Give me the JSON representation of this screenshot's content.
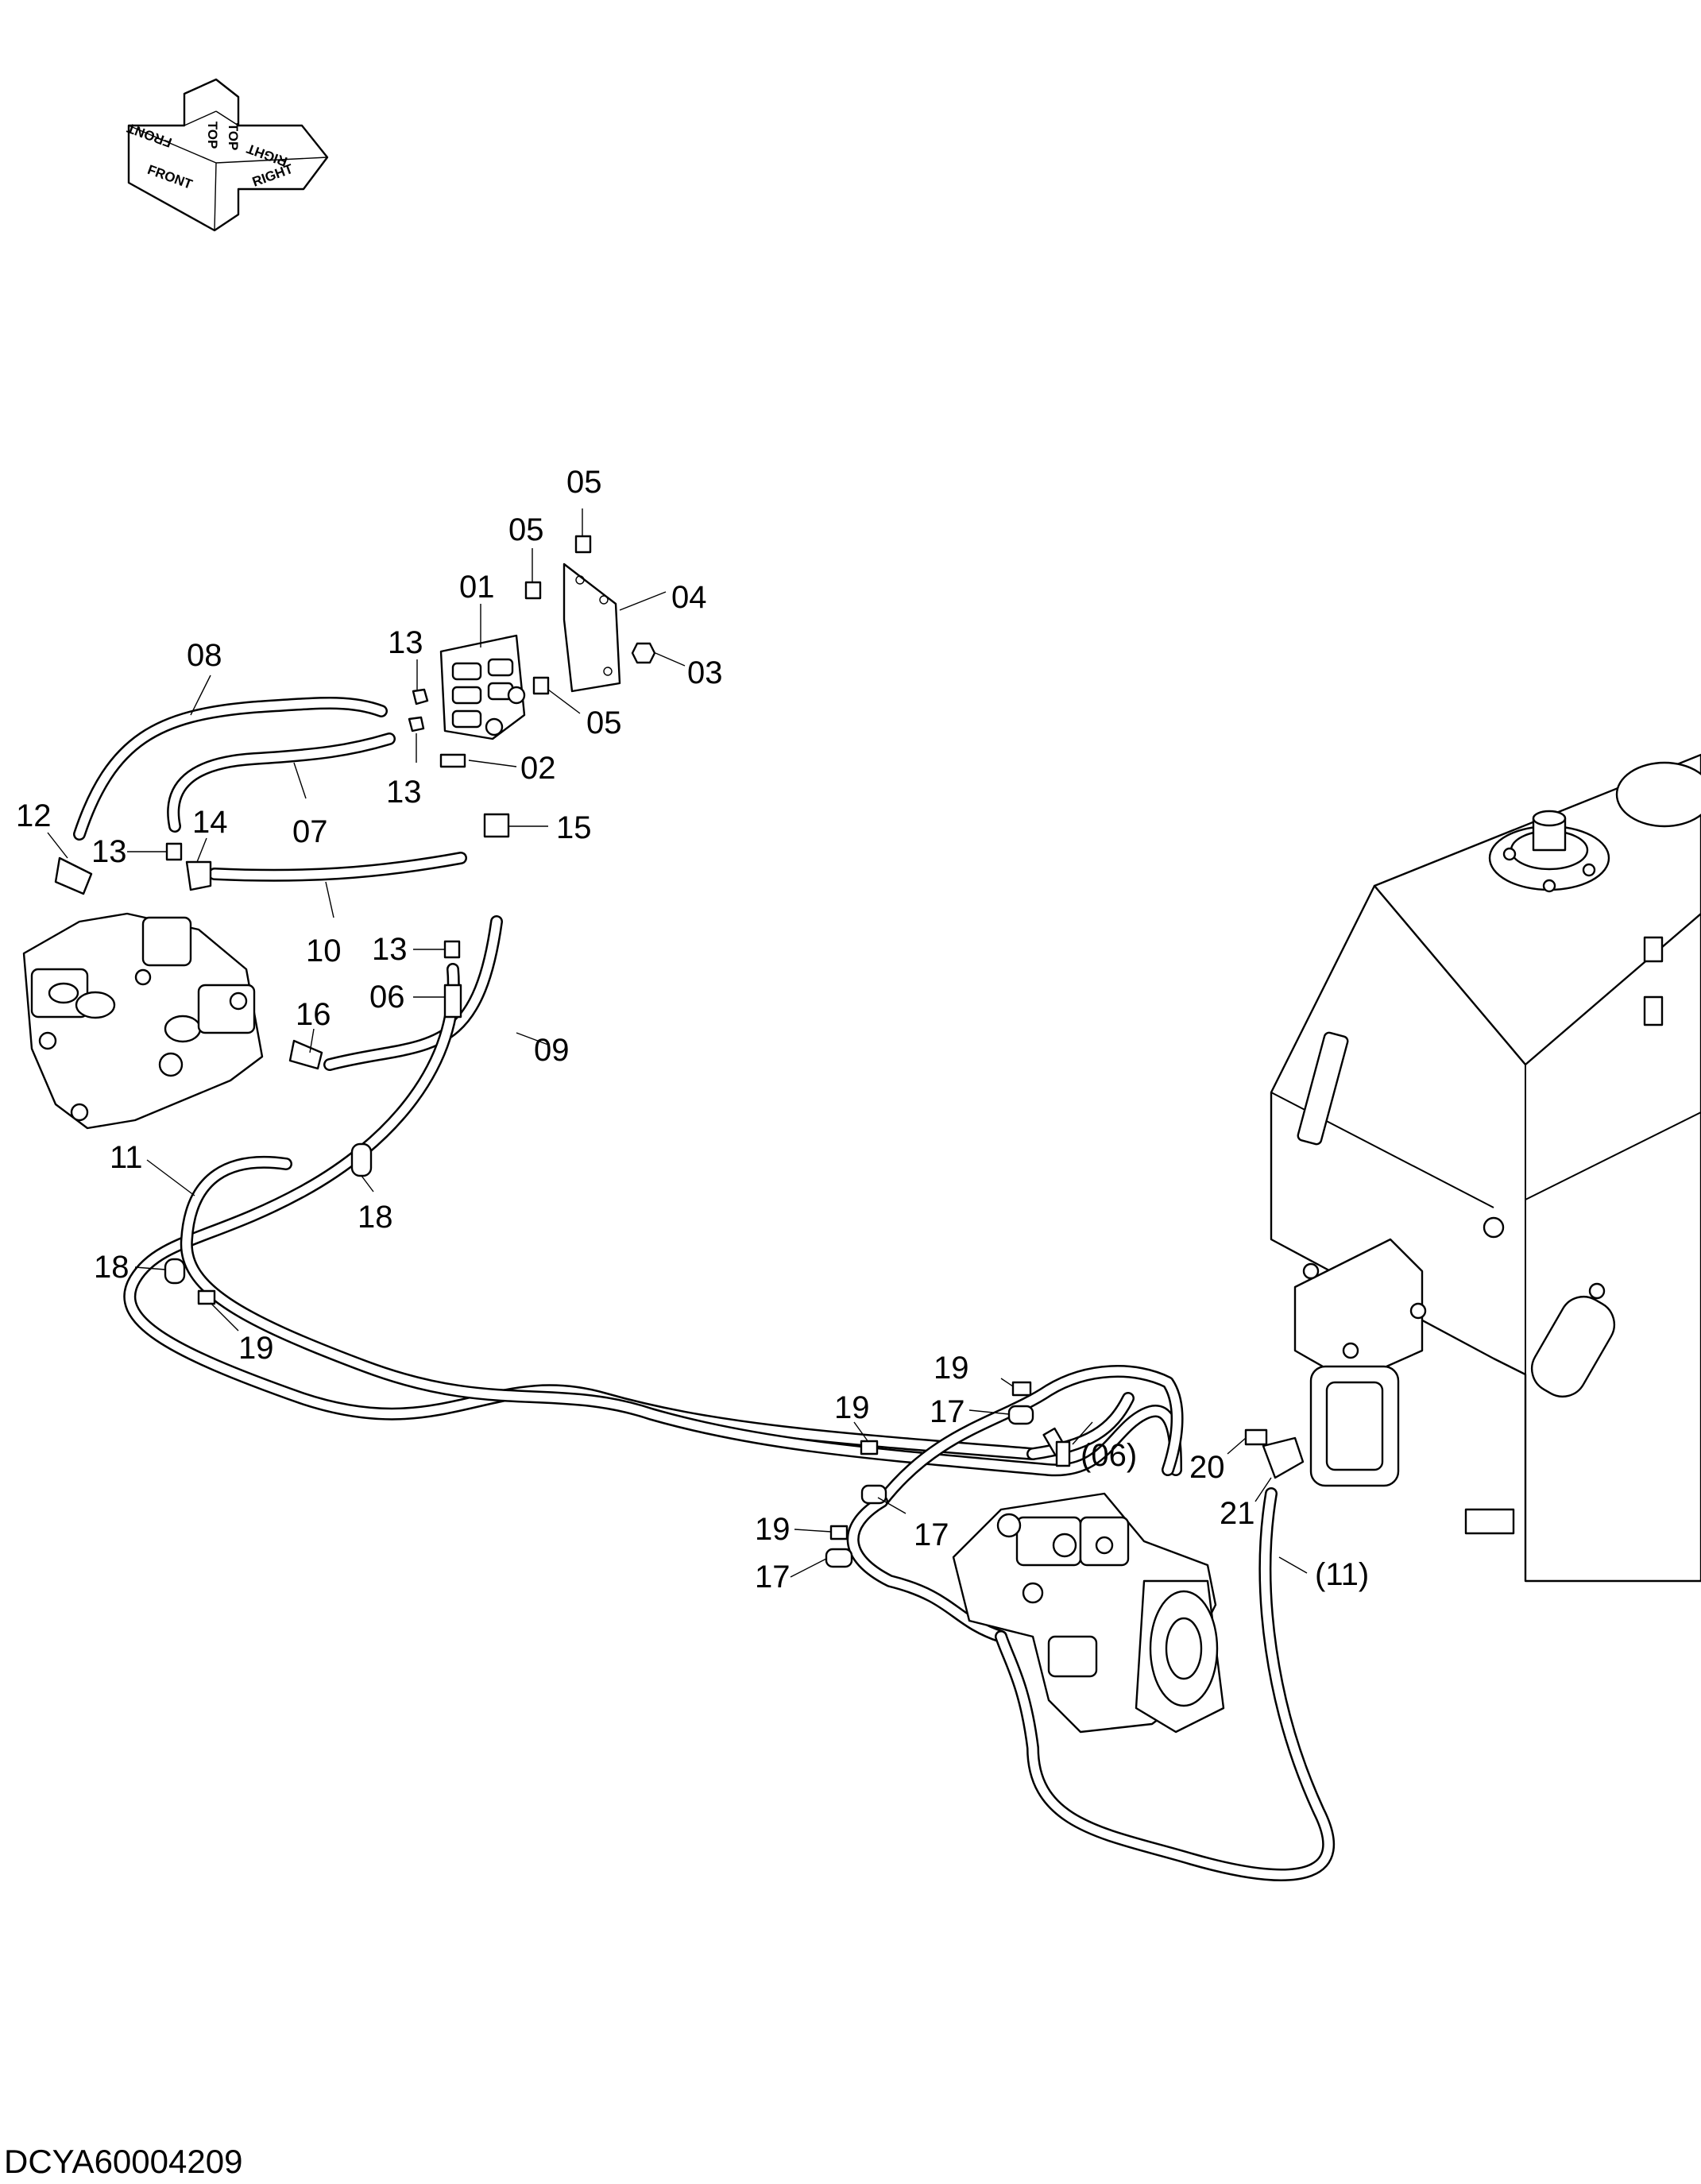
{
  "diagram": {
    "orientation": {
      "labels": [
        "FRONT",
        "TOP",
        "RIGHT",
        "FRONT",
        "TOP",
        "RIGHT"
      ]
    },
    "callouts": [
      "05",
      "05",
      "04",
      "01",
      "03",
      "13",
      "05",
      "08",
      "02",
      "13",
      "12",
      "13",
      "14",
      "07",
      "15",
      "10",
      "13",
      "06",
      "09",
      "16",
      "11",
      "18",
      "18",
      "19",
      "19",
      "19",
      "17",
      "(06)",
      "20",
      "17",
      "19",
      "17",
      "21",
      "(11)"
    ],
    "document_id": "DCYA60004209"
  }
}
